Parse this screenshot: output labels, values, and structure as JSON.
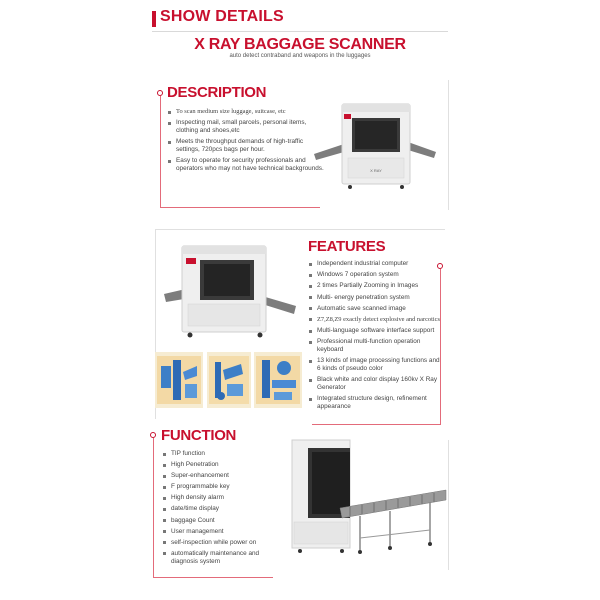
{
  "header": {
    "show_title": "SHOW DETAILS",
    "main_title": "X RAY BAGGAGE SCANNER",
    "sub_title": "auto detect contraband and weapons in the luggages"
  },
  "description": {
    "heading": "DESCRIPTION",
    "items": [
      {
        "text": "To scan medium size luggage, suitcase, etc"
      },
      {
        "text": "Inspecting mail, small parcels, personal items, clothing and shoes,etc"
      },
      {
        "text": "Meets the throughput demands of high-traffic settings, 720pcs bags per hour."
      },
      {
        "text": "Easy to operate for security professionals and operators who may not have technical backgrounds."
      }
    ]
  },
  "features": {
    "heading": "FEATURES",
    "items": [
      {
        "text": "Independent industrial computer"
      },
      {
        "text": "Windows 7 operation system"
      },
      {
        "text": "2 times Partially Zooming in Images"
      },
      {
        "text": "Multi- energy penetration system"
      },
      {
        "text": "Automatic save scanned image"
      },
      {
        "text": "Z7,Z8,Z9 exactly detect explosive and narcotics"
      },
      {
        "text": "Multi-language software interface support"
      },
      {
        "text": "Professional multi-function operation keyboard"
      },
      {
        "text": "13 kinds of image processing functions and 6 kinds of pseudo color"
      },
      {
        "text": "Black white and  color display 160kv  X Ray Generator"
      },
      {
        "text": "Integrated structure design, refinement appearance"
      }
    ]
  },
  "function": {
    "heading": "FUNCTION",
    "items": [
      {
        "text": "TIP function"
      },
      {
        "text": "High Penetration"
      },
      {
        "text": "Super-enhancement"
      },
      {
        "text": "F programmable key"
      },
      {
        "text": "High density alarm"
      },
      {
        "text": "date/time display"
      },
      {
        "text": "baggage Count"
      },
      {
        "text": "User management"
      },
      {
        "text": "self-inspection while power on"
      },
      {
        "text": "automatically maintenance and diagnosis system"
      }
    ]
  },
  "machine_label": "X RAY",
  "colors": {
    "brand_red": "#c8102e",
    "frame_red": "#e36b7a",
    "machine_body": "#efefef",
    "tunnel_dark": "#3a3a3a",
    "belt_gray": "#8c8c8c"
  }
}
